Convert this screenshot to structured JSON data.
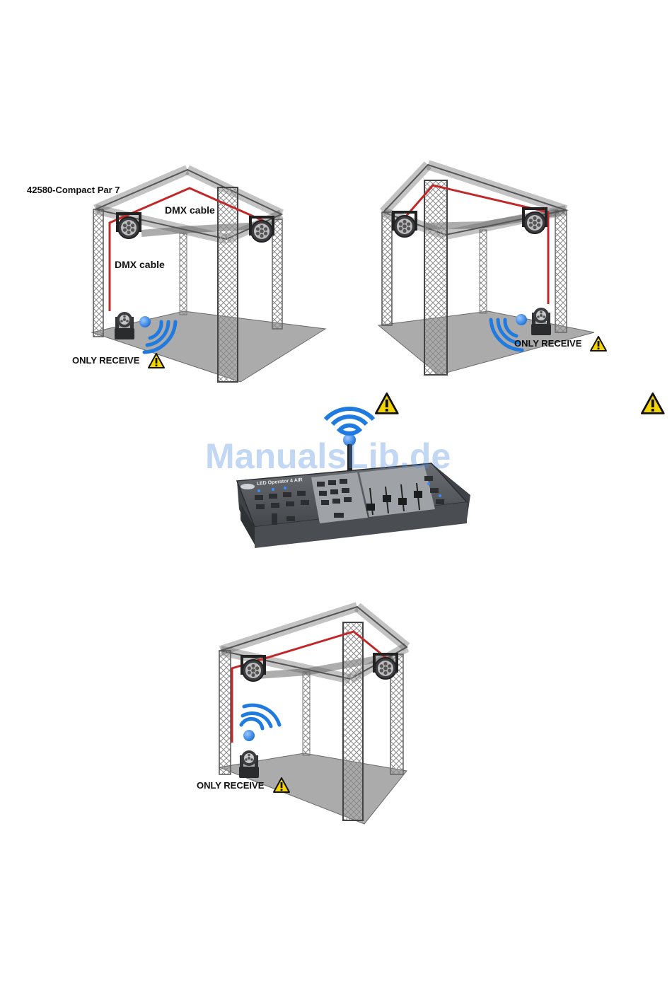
{
  "labels": {
    "product": "42580-Compact Par 7",
    "dmx_cable_top": "DMX cable",
    "dmx_cable_side": "DMX cable",
    "receive_left": "ONLY RECEIVE",
    "receive_right": "ONLY RECEIVE",
    "receive_bottom": "ONLY RECEIVE"
  },
  "controller": {
    "brand_text": "LED Operator 4 AIR"
  },
  "watermark": "ManualsLib.de",
  "icons": [
    "warning-icon",
    "wireless-signal-icon",
    "antenna-icon",
    "moving-head-icon",
    "par-light-icon"
  ],
  "colors": {
    "truss": "#555555",
    "cable": "#c0282a",
    "signal": "#1f7be0",
    "warning": "#f3d400"
  }
}
